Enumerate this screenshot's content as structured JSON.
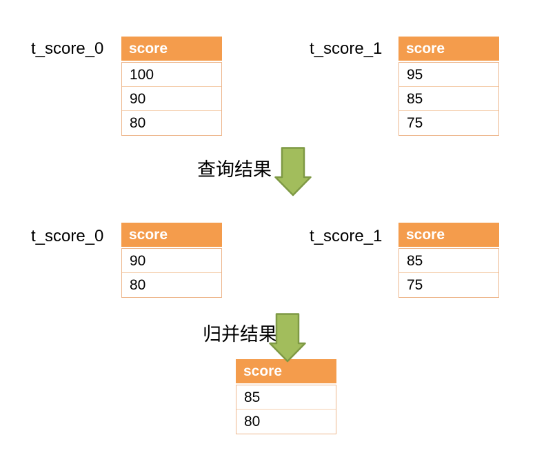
{
  "diagram": {
    "tables": [
      {
        "label": "t_score_0",
        "header": "score",
        "rows": [
          "100",
          "90",
          "80"
        ]
      },
      {
        "label": "t_score_1",
        "header": "score",
        "rows": [
          "95",
          "85",
          "75"
        ]
      },
      {
        "label": "t_score_0",
        "header": "score",
        "rows": [
          "90",
          "80"
        ]
      },
      {
        "label": "t_score_1",
        "header": "score",
        "rows": [
          "85",
          "75"
        ]
      },
      {
        "header": "score",
        "rows": [
          "85",
          "80"
        ]
      }
    ],
    "arrows": [
      {
        "label": "查询结果"
      },
      {
        "label": "归并结果"
      }
    ]
  },
  "colors": {
    "header_bg": "#F49C4C",
    "header_text": "#FFFFFF",
    "table_border": "#EDB68C",
    "row_divider": "#F5CFAE",
    "arrow_fill": "#A2BD5C",
    "arrow_stroke": "#7E9944",
    "text_color": "#000000"
  }
}
